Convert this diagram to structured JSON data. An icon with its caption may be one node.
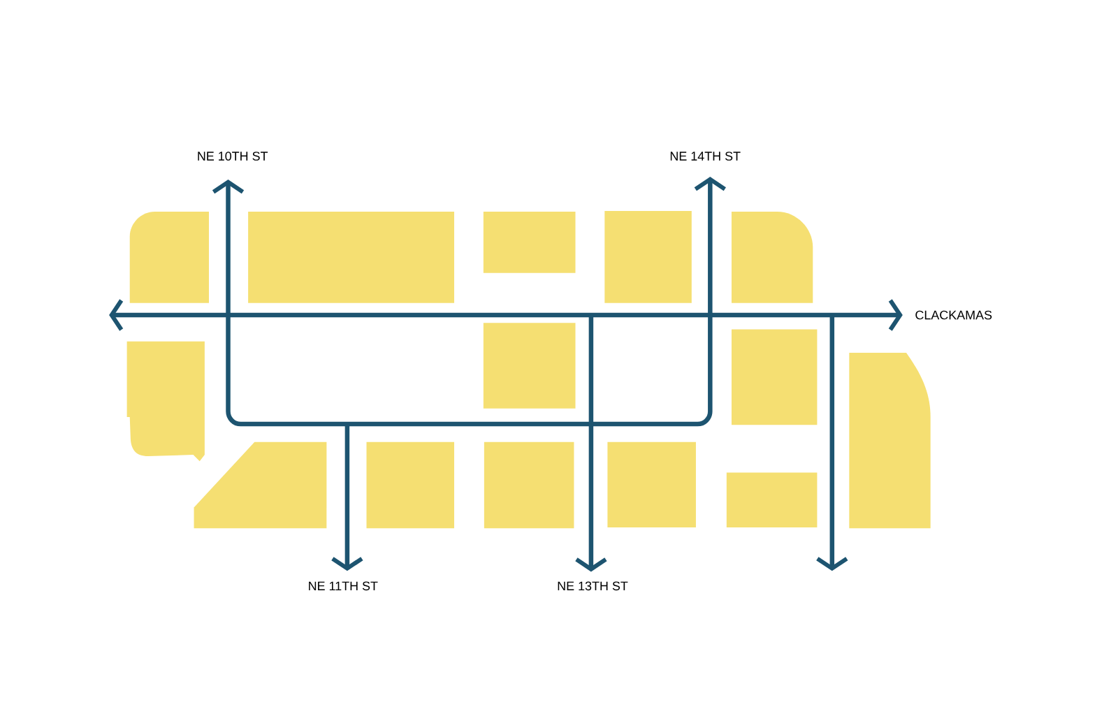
{
  "diagram": {
    "labels": [
      "NE 10TH ST",
      "NE 14TH ST",
      "CLACKAMAS",
      "NE 11TH ST",
      "NE 13TH ST"
    ]
  }
}
